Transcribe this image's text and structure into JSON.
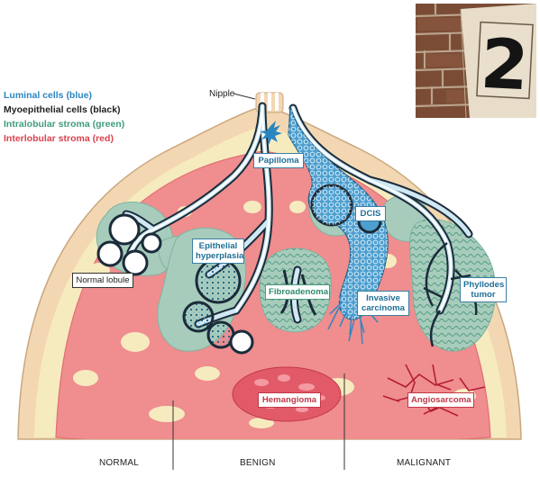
{
  "legend": {
    "luminal": {
      "text": "Luminal cells (blue)",
      "color": "#2a86c0"
    },
    "myoepithelial": {
      "text": "Myoepithelial cells (black)",
      "color": "#222222"
    },
    "intralobular": {
      "text": "Intralobular stroma (green)",
      "color": "#3f9c7e"
    },
    "interlobular": {
      "text": "Interlobular stroma (red)",
      "color": "#d8424e"
    }
  },
  "labels": {
    "nipple": "Nipple",
    "papilloma": "Papilloma",
    "dcis": "DCIS",
    "normal_lobule": "Normal lobule",
    "epithelial_hyperplasia": "Epithelial hyperplasia",
    "fibroadenoma": "Fibroadenoma",
    "invasive_carcinoma": "Invasive carcinoma",
    "phyllodes_tumor": "Phyllodes tumor",
    "hemangioma": "Hemangioma",
    "angiosarcoma": "Angiosarcoma"
  },
  "sections": {
    "normal": "NORMAL",
    "benign": "BENIGN",
    "malignant": "MALIGNANT"
  },
  "photo_sign_number": "2",
  "colors": {
    "fat": "#f6ebbf",
    "stroma": "#ef8d8f",
    "stroma_edge": "#e06f73",
    "skin": "#f2d7b2",
    "intralobular": "#a7ccbc",
    "duct_blue": "#4d9fd0",
    "duct_light": "#cfe8f3"
  }
}
